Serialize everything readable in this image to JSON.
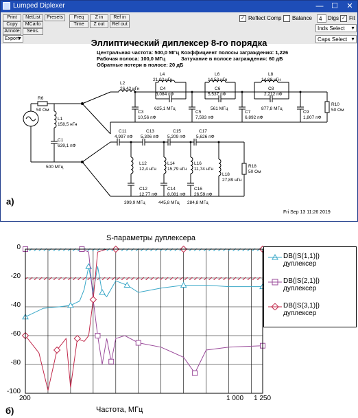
{
  "window": {
    "title": "Lumped Diplexer",
    "minimize": "—",
    "maximize": "☐",
    "close": "✕"
  },
  "toolbar": {
    "print": "Print",
    "copy": "Copy",
    "annote": "Annote",
    "netlist": "NetList",
    "mcarlo": "MCarlo",
    "sens": "Sens.",
    "presets": "Presets",
    "freq": "Freq",
    "time": "Time",
    "zin": "Z in",
    "zout": "Z out",
    "refin": "Ref in",
    "refout": "Ref out",
    "reflect_comp": "Reflect Comp",
    "reflect_comp_checked": true,
    "balance": "Balance",
    "balance_checked": false,
    "digs_value": "4",
    "digs_label": "Digs",
    "fit": "Fit",
    "fit_checked": true,
    "inds_select": "Inds Select",
    "caps_select": "Caps Select",
    "export": "Export"
  },
  "schematic": {
    "title": "Эллиптический диплексер 8-го порядка",
    "center_freq": "Центральная частота: 500,0 МГц",
    "work_band": "Рабочая полоса: 100,0 МГц",
    "return_loss": "Обратные потери в полосе: 20 дБ",
    "stop_coef": "Коэффициент полосы заграждения: 1,226",
    "stop_atten": "Затухание в полосе заграждения: 60 дБ",
    "panel": "а)",
    "timestamp": "Fri Sep 13 11:26 2019",
    "r6": [
      "R6",
      "50 Ом"
    ],
    "l1": [
      "L1",
      "158,5 нГн"
    ],
    "c1": [
      "C1",
      "639,1 пФ"
    ],
    "f500": "500 МГц",
    "l2": [
      "L2",
      "26,42 нГн"
    ],
    "c3": [
      "C3",
      "10,56 пФ"
    ],
    "l4": [
      "L4",
      "21,02 нГн"
    ],
    "c4": [
      "C4",
      "3,084 пФ"
    ],
    "f625": "625,1 МГц",
    "c5": [
      "C5",
      "7,593 пФ"
    ],
    "l6": [
      "L6",
      "14,53 нГн"
    ],
    "c6": [
      "C6",
      "5,537 пФ"
    ],
    "f561": "561 МГц",
    "c7": [
      "C7",
      "6,892 пФ"
    ],
    "l8": [
      "L8",
      "14,88 нГн"
    ],
    "c8": [
      "C8",
      "2,212 пФ"
    ],
    "f877": "877,8 МГц",
    "c9": [
      "C9",
      "1,807 пФ"
    ],
    "r10": [
      "R10",
      "50 Ом"
    ],
    "c11": [
      "C11",
      "4,997 пФ"
    ],
    "c13": [
      "C13",
      "5,306 пФ"
    ],
    "c15": [
      "C15",
      "5,209 пФ"
    ],
    "c17": [
      "C17",
      "5,626 пФ"
    ],
    "l12": [
      "L12",
      "12,4 нГн"
    ],
    "c12": [
      "C12",
      "12,77 пФ"
    ],
    "f399": "399,9 МГц",
    "l14": [
      "L14",
      "15,79 нГн"
    ],
    "c14": [
      "C14",
      "8,081 пФ"
    ],
    "f445": "445,8 МГц",
    "l16": [
      "L16",
      "11,74 нГн"
    ],
    "c16": [
      "C16",
      "26,59 пФ"
    ],
    "f284": "284,8 МГц",
    "l18": [
      "L18",
      "27,89 нГн"
    ],
    "r18": [
      "R18",
      "50 Ом"
    ]
  },
  "plot": {
    "panel": "б)",
    "title": "S-параметры дуплексера",
    "xlabel": "Частота, МГц",
    "yticks": [
      "0",
      "-20",
      "-40",
      "-60",
      "-80",
      "-100"
    ],
    "xticks": [
      "200",
      "1 000",
      "1 250"
    ],
    "legend": [
      {
        "line1": "DB(|S(1,1)|)",
        "line2": "дуплексер",
        "color": "#3aa8c8",
        "marker": "triangle"
      },
      {
        "line1": "DB(|S(2,1)|)",
        "line2": "дуплексер",
        "color": "#9a4a9a",
        "marker": "square"
      },
      {
        "line1": "DB(|S(3,1)|)",
        "line2": "дуплексер",
        "color": "#c0284a",
        "marker": "diamond"
      }
    ]
  },
  "chart_data": {
    "type": "line",
    "title": "S-параметры дуплексера",
    "xlabel": "Частота, МГц",
    "ylabel": "",
    "xlim": [
      200,
      1250
    ],
    "ylim": [
      -100,
      0
    ],
    "grid": true,
    "legend_position": "right",
    "series": [
      {
        "name": "DB(|S(1,1)|) дуплексер",
        "color": "#3aa8c8",
        "x": [
          200,
          280,
          350,
          400,
          440,
          460,
          480,
          500,
          520,
          540,
          560,
          600,
          650,
          700,
          800,
          900,
          1000,
          1100,
          1250
        ],
        "y": [
          -47,
          -41,
          -40,
          -39,
          -36,
          -28,
          -12,
          -30,
          -12,
          -30,
          -33,
          -22,
          -25,
          -30,
          -27,
          -25,
          -25,
          -26,
          -26
        ]
      },
      {
        "name": "DB(|S(2,1)|) дуплексер",
        "color": "#9a4a9a",
        "x": [
          200,
          300,
          400,
          450,
          480,
          500,
          520,
          540,
          560,
          580,
          600,
          640,
          700,
          800,
          900,
          950,
          1000,
          1100,
          1250
        ],
        "y": [
          0,
          0,
          0,
          0,
          -2,
          -35,
          -60,
          -80,
          -62,
          -78,
          -62,
          -60,
          -65,
          -68,
          -75,
          -86,
          -70,
          -68,
          -67
        ]
      },
      {
        "name": "DB(|S(3,1)|) дуплексер",
        "color": "#c0284a",
        "x": [
          200,
          260,
          300,
          340,
          380,
          400,
          430,
          460,
          480,
          500,
          520,
          560,
          600,
          700,
          800,
          900,
          1000,
          1100,
          1250
        ],
        "y": [
          -60,
          -72,
          -98,
          -70,
          -62,
          -96,
          -62,
          -64,
          -60,
          -35,
          -2,
          0,
          0,
          0,
          0,
          0,
          0,
          0,
          0
        ]
      }
    ]
  }
}
